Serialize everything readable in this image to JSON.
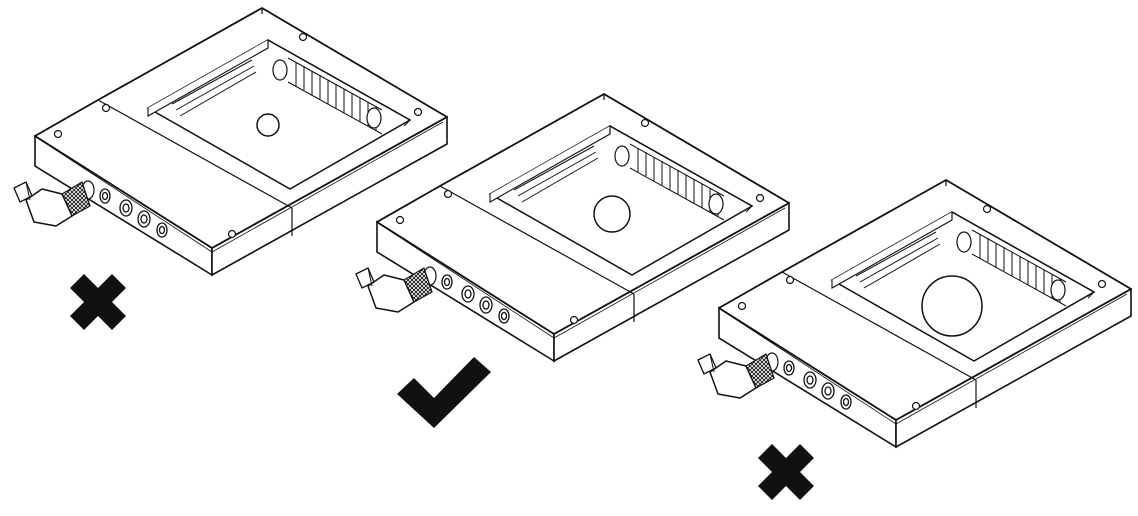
{
  "illustration": {
    "panels": [
      {
        "id": "small-object",
        "object_size": "small",
        "verdict": "incorrect",
        "verdict_icon": "cross-icon"
      },
      {
        "id": "medium-object",
        "object_size": "medium",
        "verdict": "correct",
        "verdict_icon": "checkmark-icon"
      },
      {
        "id": "large-object",
        "object_size": "large",
        "verdict": "incorrect",
        "verdict_icon": "cross-icon"
      }
    ],
    "colors": {
      "line": "#111111",
      "fill": "#ffffff",
      "mark": "#111111"
    }
  }
}
